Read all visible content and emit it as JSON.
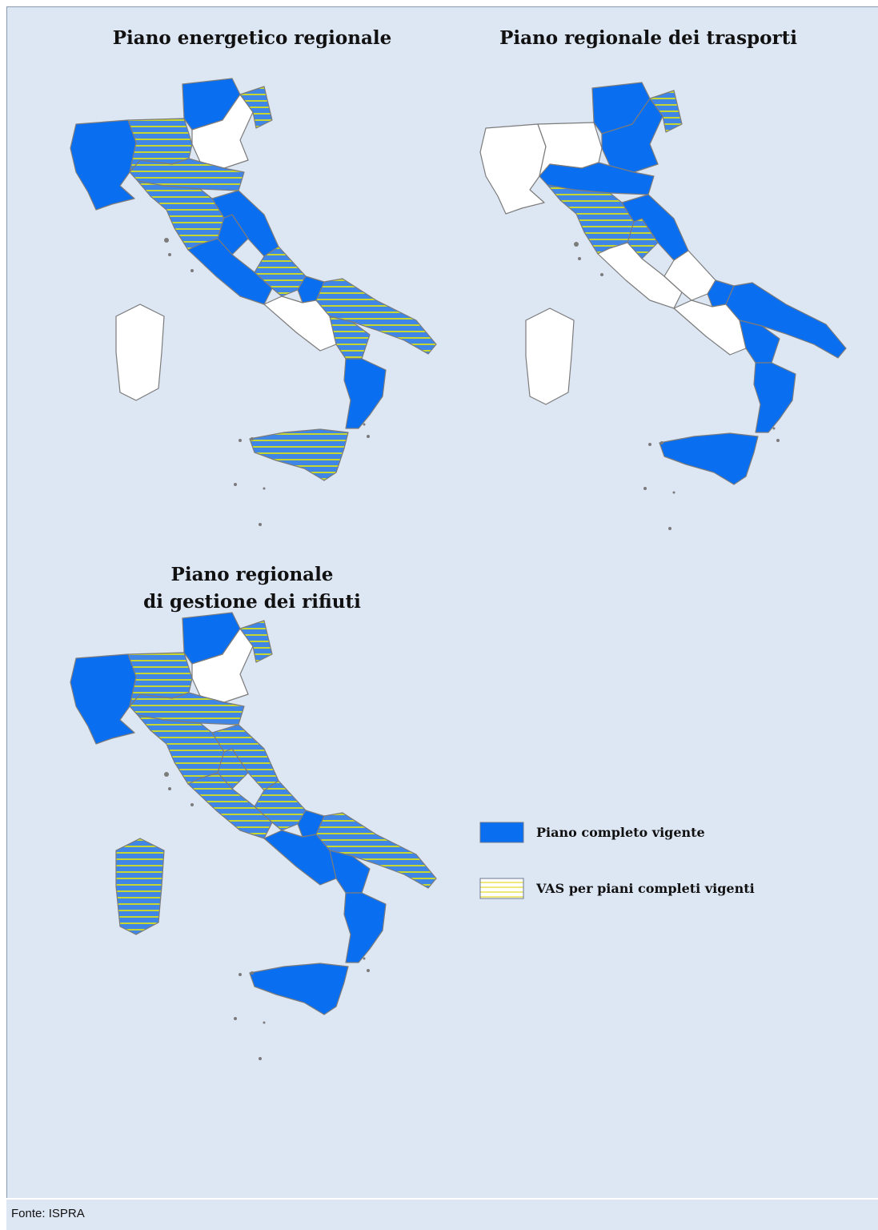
{
  "maps": [
    {
      "title_lines": [
        "Piano energetico regionale"
      ],
      "fills": {
        "nw": "solid",
        "lombardia": "hatch",
        "trentino": "solid",
        "veneto": "none",
        "friuli": "hatch",
        "emilia": "hatch",
        "toscana": "hatch",
        "marche": "solid",
        "umbria": "solid",
        "lazio": "solid",
        "abruzzo": "hatch",
        "molise": "solid",
        "campania": "none",
        "puglia": "hatch",
        "basilicata": "hatch",
        "calabria": "solid",
        "sicilia": "hatch",
        "sardegna": "none"
      }
    },
    {
      "title_lines": [
        "Piano regionale dei trasporti"
      ],
      "fills": {
        "nw": "none",
        "lombardia": "none",
        "trentino": "solid",
        "veneto": "solid",
        "friuli": "hatch",
        "emilia": "solid",
        "toscana": "hatch",
        "marche": "solid",
        "umbria": "hatch",
        "lazio": "none",
        "abruzzo": "none",
        "molise": "solid",
        "campania": "none",
        "puglia": "solid",
        "basilicata": "solid",
        "calabria": "solid",
        "sicilia": "solid",
        "sardegna": "none"
      }
    },
    {
      "title_lines": [
        "Piano regionale",
        "di gestione dei rifiuti"
      ],
      "fills": {
        "nw": "solid",
        "lombardia": "hatch",
        "trentino": "solid",
        "veneto": "none",
        "friuli": "hatch",
        "emilia": "hatch",
        "toscana": "hatch",
        "marche": "hatch",
        "umbria": "hatch",
        "lazio": "hatch",
        "abruzzo": "hatch",
        "molise": "solid",
        "campania": "solid",
        "puglia": "hatch",
        "basilicata": "solid",
        "calabria": "solid",
        "sicilia": "solid",
        "sardegna": "hatch"
      }
    }
  ],
  "legend": [
    {
      "label": "Piano completo vigente",
      "swatch": "solid"
    },
    {
      "label": "VAS per piani completi vigenti",
      "swatch": "hatch-light"
    }
  ],
  "colors": {
    "solid": "#0a6ef0",
    "none": "#ffffff",
    "hatch_base": "#3f86e6",
    "hatch_stripe": "#c8d630",
    "legend_hatch_base": "#ffffff",
    "legend_hatch_stripe": "#efe97a",
    "background": "#dde6f3"
  },
  "source": "Fonte: ISPRA"
}
